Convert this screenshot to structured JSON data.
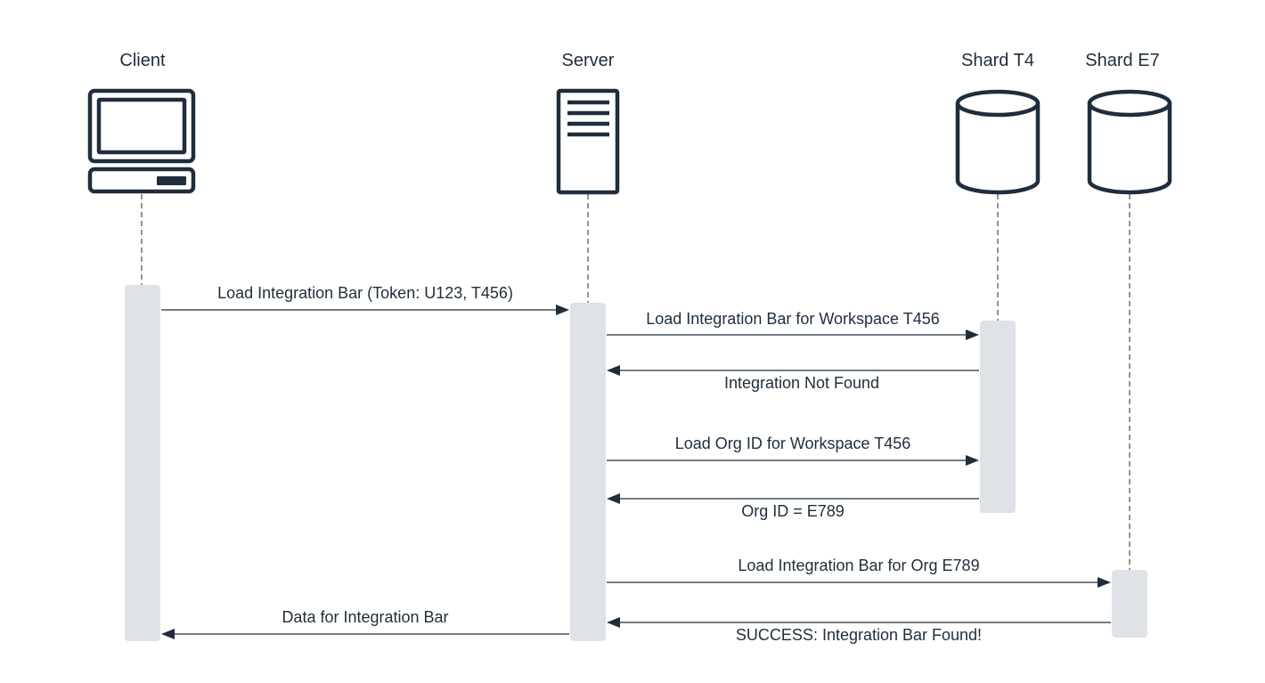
{
  "participants": [
    {
      "id": "client",
      "label": "Client",
      "icon": "computer-icon"
    },
    {
      "id": "server",
      "label": "Server",
      "icon": "server-icon"
    },
    {
      "id": "shard_t4",
      "label": "Shard T4",
      "icon": "database-icon"
    },
    {
      "id": "shard_e7",
      "label": "Shard E7",
      "icon": "database-icon"
    }
  ],
  "messages": [
    {
      "from": "client",
      "to": "server",
      "label": "Load Integration Bar (Token: U123, T456)"
    },
    {
      "from": "server",
      "to": "shard_t4",
      "label": "Load Integration Bar for Workspace T456"
    },
    {
      "from": "shard_t4",
      "to": "server",
      "label": "Integration Not Found"
    },
    {
      "from": "server",
      "to": "shard_t4",
      "label": "Load Org ID for Workspace T456"
    },
    {
      "from": "shard_t4",
      "to": "server",
      "label": "Org ID = E789"
    },
    {
      "from": "server",
      "to": "shard_e7",
      "label": "Load Integration Bar for Org E789"
    },
    {
      "from": "shard_e7",
      "to": "server",
      "label": "SUCCESS: Integration Bar Found!"
    },
    {
      "from": "server",
      "to": "client",
      "label": "Data for Integration Bar"
    }
  ],
  "colors": {
    "ink": "#1f2d3d",
    "activation": "#dfe2e7",
    "lifeline": "#2b2b2b"
  }
}
